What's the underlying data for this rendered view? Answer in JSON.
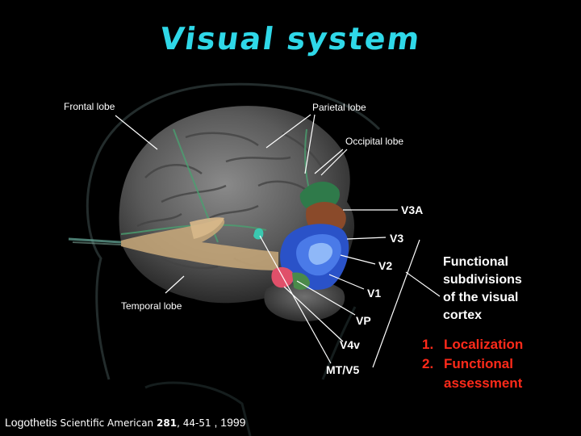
{
  "title": "Visual system",
  "lobes": {
    "frontal": "Frontal lobe",
    "parietal": "Parietal lobe",
    "occipital": "Occipital lobe",
    "temporal": "Temporal lobe"
  },
  "areas": {
    "v3a": "V3A",
    "v3": "V3",
    "v2": "V2",
    "v1": "V1",
    "vp": "VP",
    "v4v": "V4v",
    "mtv5": "MT/V5"
  },
  "functional": {
    "line1": "Functional",
    "line2": "subdivisions",
    "line3": "of the visual",
    "line4": "cortex"
  },
  "list": {
    "n1": "1.",
    "item1": "Localization",
    "n2": "2.",
    "item2_line1": "Functional",
    "item2_line2": "assessment"
  },
  "citation": {
    "author": "Logothetis",
    "journal": "Scientific American",
    "volume": "281",
    "pages": ", 44-51",
    "year": ", 1999"
  },
  "colors": {
    "title": "#2fd8e8",
    "list": "#ff2a1a",
    "labels": "#ffffff",
    "background": "#000000"
  }
}
